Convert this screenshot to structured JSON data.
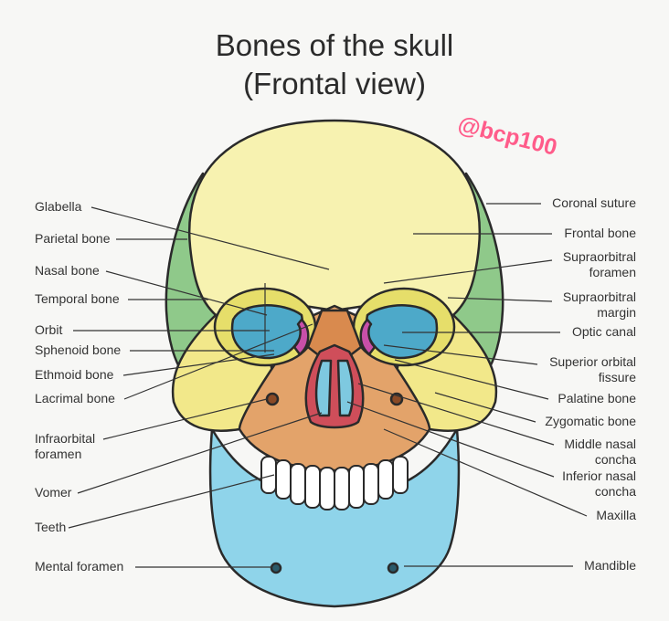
{
  "title": {
    "line1": "Bones of the skull",
    "line2": "(Frontal view)"
  },
  "watermark": "@bcp100",
  "labels_left": {
    "glabella": "Glabella",
    "parietal": "Parietal bone",
    "nasal": "Nasal bone",
    "temporal": "Temporal bone",
    "orbit": "Orbit",
    "sphenoid": "Sphenoid bone",
    "ethmoid": "Ethmoid bone",
    "lacrimal": "Lacrimal bone",
    "infraorbital_1": "Infraorbital",
    "infraorbital_2": "foramen",
    "vomer": "Vomer",
    "teeth": "Teeth",
    "mental": "Mental foramen"
  },
  "labels_right": {
    "coronal": "Coronal suture",
    "frontal": "Frontal bone",
    "supraorbital_foramen_1": "Supraorbitral",
    "supraorbital_foramen_2": "foramen",
    "supraorbital_margin_1": "Supraorbitral",
    "supraorbital_margin_2": "margin",
    "optic": "Optic canal",
    "superior_orbital_1": "Superior orbital",
    "superior_orbital_2": "fissure",
    "palatine": "Palatine bone",
    "zygomatic": "Zygomatic bone",
    "middle_nasal_1": "Middle nasal",
    "middle_nasal_2": "concha",
    "inferior_nasal_1": "Inferior nasal",
    "inferior_nasal_2": "concha",
    "maxilla": "Maxilla",
    "mandible": "Mandible"
  },
  "colors": {
    "frontal": "#f7f2b0",
    "parietal": "#8fc98a",
    "temporal": "#6fb87a",
    "sphenoid": "#f2e88a",
    "orbit": "#e6de6a",
    "orbit_inner": "#4da9c9",
    "maxilla": "#e3a36a",
    "nasal": "#d98a4e",
    "nasal_cavity": "#cf4e5a",
    "concha": "#7ec9e0",
    "mandible": "#8fd4ea",
    "teeth": "#ffffff",
    "outline": "#2a2a2a",
    "fissure": "#c84fa8"
  }
}
